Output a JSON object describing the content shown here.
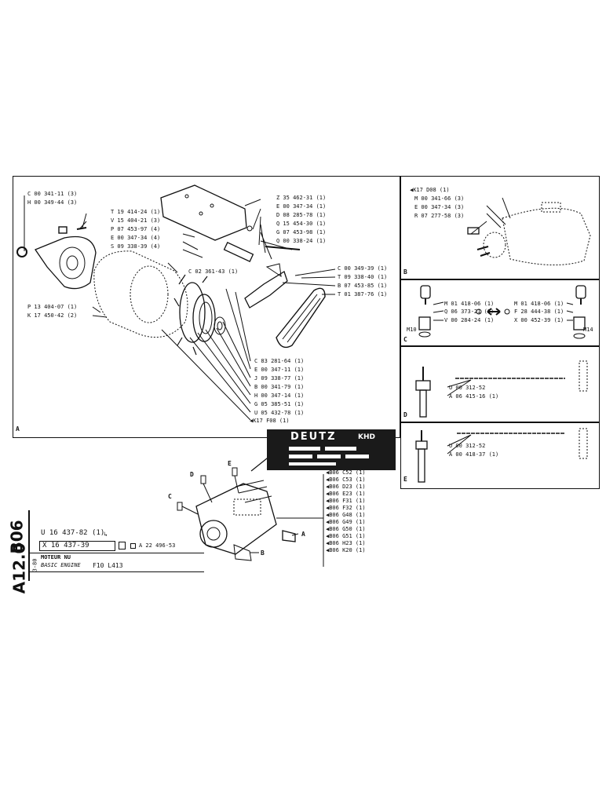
{
  "panel_A": {
    "corner": "A",
    "labels": [
      "C 00 341-11 (3)",
      "H 00 349-44 (3)",
      "T 19 414-24 (1)",
      "V 15 404-21 (3)",
      "P 07 453-97 (4)",
      "E 00 347-34 (4)",
      "S 09 338-39 (4)",
      "Z 35 462-31 (1)",
      "E 00 347-34 (1)",
      "D 08 285-78 (1)",
      "Q 15 454-30 (1)",
      "G 07 453-98 (1)",
      "Q 00 338-24 (1)",
      "C 02 361-43 (1)",
      "C 00 349-39 (1)",
      "T 09 338-40 (1)",
      "B 07 453-85 (1)",
      "T 01 387-76 (1)",
      "P 13 404-07 (1)",
      "K 17 450-42 (2)",
      "C 83 281-64 (1)",
      "E 00 347-11 (1)",
      "J 09 338-77 (1)",
      "B 00 341-79 (1)",
      "H 00 347-14 (1)",
      "G 05 385-51 (1)",
      "U 05 432-78 (1)",
      "K17  F08 (1)"
    ]
  },
  "panel_B": {
    "corner": "B",
    "labels": [
      "K17  D08 (1)",
      "M 00 341-66 (3)",
      "E 00 347-34 (3)",
      "R 07 277-58 (3)"
    ]
  },
  "panel_C": {
    "corner": "C",
    "labels": [
      "M 01 418-06 (1)",
      "Q 06 373-21 (1)",
      "V 00 284-24 (1)",
      "M 01 418-06 (1)",
      "F 28 444-38 (1)",
      "X 00 452-39 (1)"
    ],
    "thread_left": "M10",
    "thread_right": "M14"
  },
  "panel_D": {
    "corner": "D",
    "labels": [
      "U 00 312-52",
      "A 06 415-16 (1)"
    ]
  },
  "panel_E": {
    "corner": "E",
    "labels": [
      "U 00 312-52",
      "A 00 418-37 (1)"
    ]
  },
  "engine_callouts": [
    "D",
    "E",
    "C",
    "A",
    "B"
  ],
  "plate": {
    "brand": "DEUTZ",
    "sub": "KHD"
  },
  "references": [
    "B06  C52 (1)",
    "B06  C53 (1)",
    "B06  D23 (1)",
    "B06  E23 (1)",
    "B06  F31 (1)",
    "B06  F32 (1)",
    "B06  G48 (1)",
    "B06  G49 (1)",
    "B06  G50 (1)",
    "B06  G51 (1)",
    "B06  H23 (1)",
    "B06  K20 (1)"
  ],
  "title_block": {
    "side_code_1": "B06",
    "side_code_2": "A12.0",
    "part_1": "U 16 437-82 (1)",
    "part_2": "X 16 437-39",
    "drawing_ref": "A 22 496-53",
    "sheet": "3-80",
    "title_fr": "MOTEUR NU",
    "title_en": "BASIC ENGINE",
    "model": "F10 L413"
  }
}
